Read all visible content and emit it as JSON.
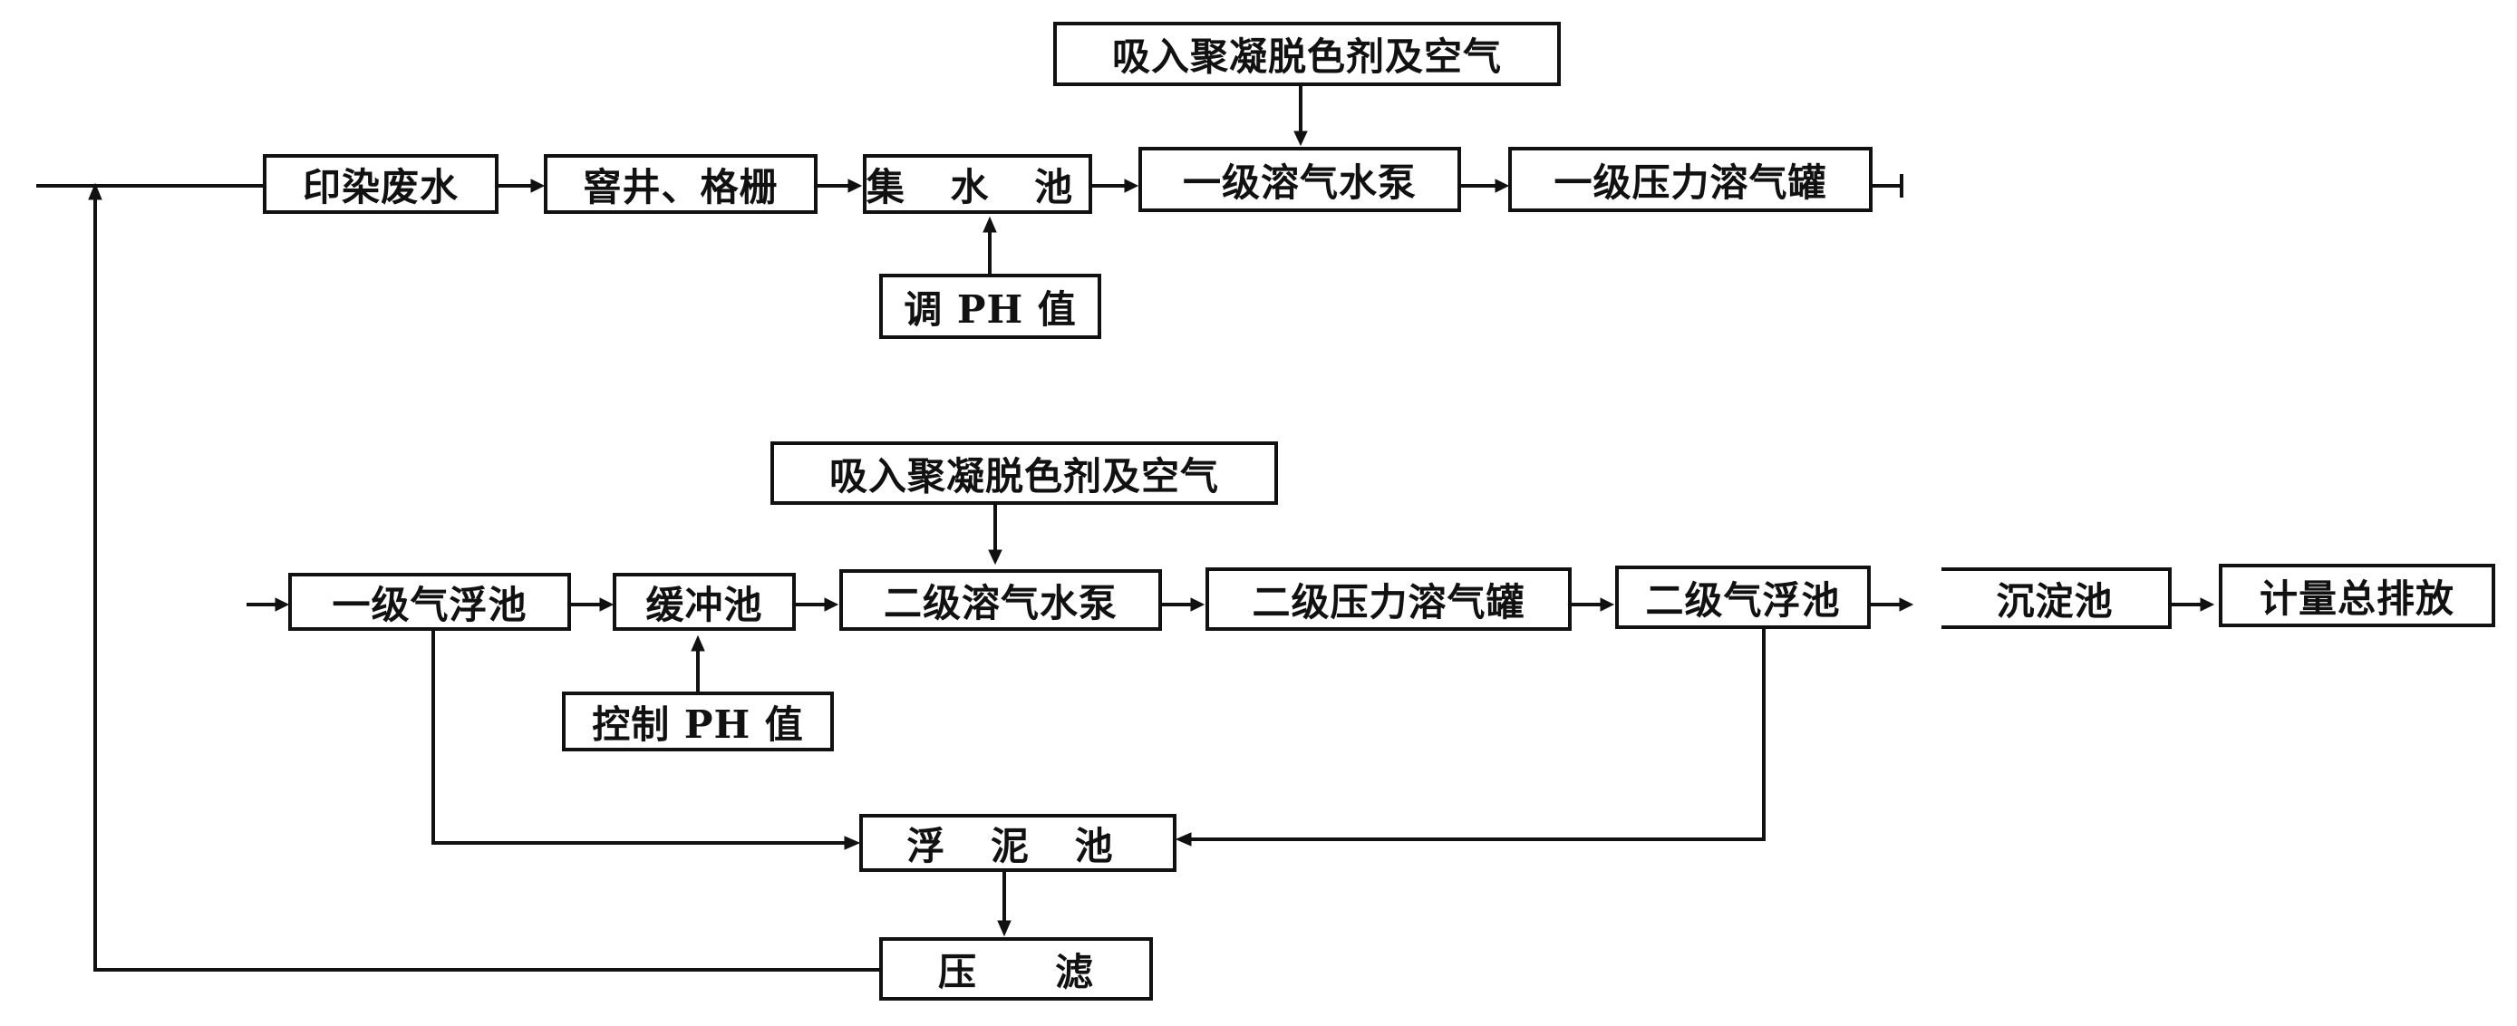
{
  "row1": {
    "source": "印染废水",
    "well": "窨井、格栅",
    "collect": "集 水 池",
    "pump1": "一级溶气水泵",
    "tank1": "一级压力溶气罐",
    "reagent1": "吸入聚凝脱色剂及空气",
    "ph1": "调 PH 值"
  },
  "row2": {
    "float1": "一级气浮池",
    "buffer": "缓冲池",
    "pump2": "二级溶气水泵",
    "tank2": "二级压力溶气罐",
    "float2": "二级气浮池",
    "settle": "沉淀池",
    "discharge": "计量总排放",
    "reagent2": "吸入聚凝脱色剂及空气",
    "ph2": "控制 PH 值"
  },
  "sludge": {
    "pool": "浮 泥 池",
    "press": "压　　滤"
  }
}
